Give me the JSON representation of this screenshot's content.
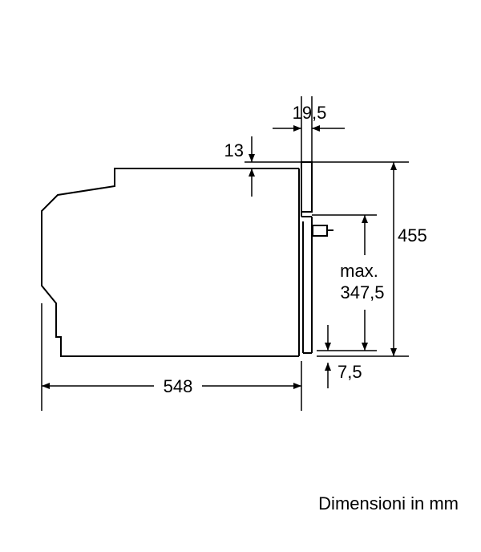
{
  "dimensions": {
    "front_width": "19,5",
    "top_gap": "13",
    "height": "455",
    "max_label": "max.",
    "max_value": "347,5",
    "bottom_gap": "7,5",
    "depth": "548"
  },
  "caption": "Dimensioni in mm",
  "colors": {
    "line": "#000000",
    "background": "#ffffff"
  }
}
